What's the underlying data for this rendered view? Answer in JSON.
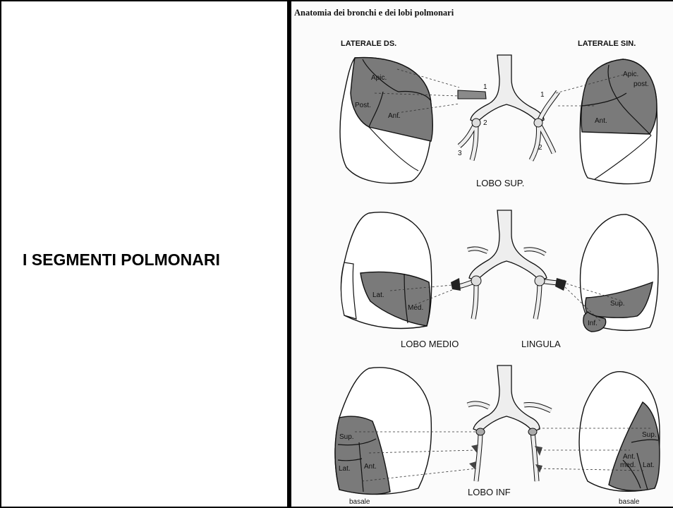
{
  "slide": {
    "title": "I SEGMENTI POLMONARI"
  },
  "figure": {
    "header": "Anatomia dei bronchi e dei lobi polmonari",
    "side_labels": {
      "right": "LATERALE DS.",
      "left": "LATERALE SIN."
    },
    "sections": {
      "upper": {
        "caption": "LOBO SUP.",
        "right_segments": [
          "Apic.",
          "Post.",
          "Ant."
        ],
        "left_segments": [
          "Apic.",
          "post.",
          "Ant."
        ],
        "bronchus_numbers": [
          "1",
          "1",
          "2",
          "3",
          "2"
        ]
      },
      "middle": {
        "caption_right": "LOBO MEDIO",
        "caption_left": "LINGULA",
        "right_segments": [
          "Lat.",
          "Med."
        ],
        "left_segments": [
          "Sup.",
          "Inf."
        ]
      },
      "lower": {
        "caption": "LOBO INF",
        "right_segments": [
          "Sup.",
          "Lat.",
          "Ant."
        ],
        "left_segments": [
          "Sup.",
          "Ant.",
          "med.",
          "Lat."
        ],
        "basal_right": "basale",
        "basal_left": "basale"
      }
    },
    "colors": {
      "shaded": "#7a7a7a",
      "outline": "#111111",
      "background": "#fbfbfb"
    }
  }
}
